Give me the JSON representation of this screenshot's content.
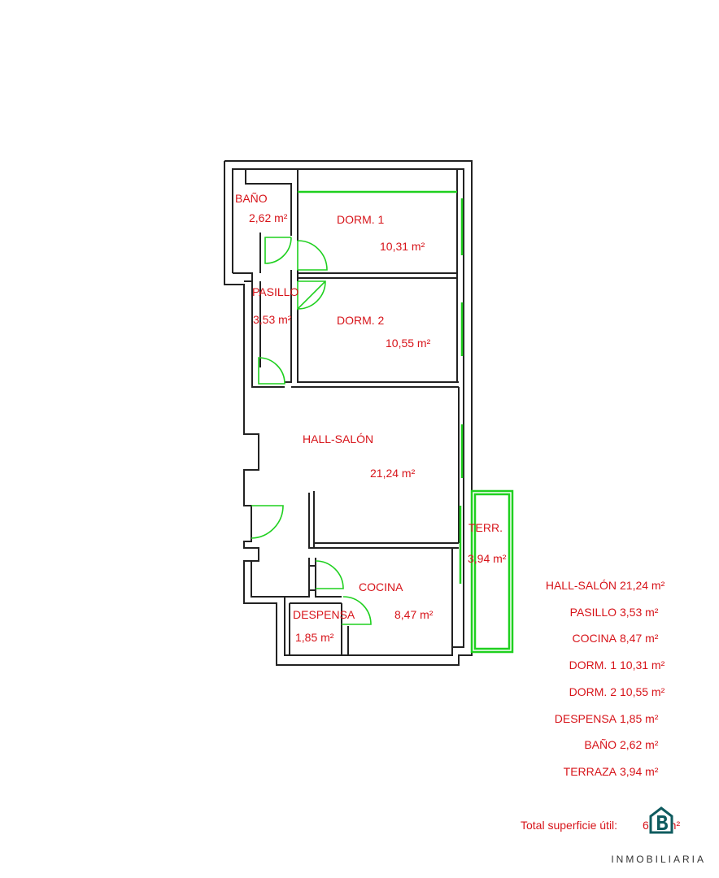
{
  "rooms": {
    "bano": {
      "name": "BAÑO",
      "area": "2,62 m²"
    },
    "dorm1": {
      "name": "DORM. 1",
      "area": "10,31 m²"
    },
    "pasillo": {
      "name": "PASILLO",
      "area": "3,53 m²"
    },
    "dorm2": {
      "name": "DORM. 2",
      "area": "10,55 m²"
    },
    "hall": {
      "name": "HALL-SALÓN",
      "area": "21,24 m²"
    },
    "terr": {
      "name": "TERR.",
      "area": "3,94 m²"
    },
    "cocina": {
      "name": "COCINA",
      "area": "8,47 m²"
    },
    "despensa": {
      "name": "DESPENSA",
      "area": "1,85 m²"
    }
  },
  "legend": [
    {
      "name": "HALL-SALÓN",
      "value": "21,24 m²"
    },
    {
      "name": "PASILLO",
      "value": "3,53 m²"
    },
    {
      "name": "COCINA",
      "value": "8,47 m²"
    },
    {
      "name": "DORM. 1",
      "value": "10,31 m²"
    },
    {
      "name": "DORM. 2",
      "value": "10,55 m²"
    },
    {
      "name": "DESPENSA",
      "value": "1,85 m²"
    },
    {
      "name": "BAÑO",
      "value": "2,62 m²"
    },
    {
      "name": "TERRAZA",
      "value": "3,94 m²"
    }
  ],
  "total": {
    "label": "Total superficie útil:",
    "value": "6",
    "unit": "m²"
  },
  "brand": "INMOBILIARIA",
  "colors": {
    "label": "#d7141a",
    "window": "#1fd01f",
    "wall": "#222222",
    "logo": "#0f5b5f"
  }
}
